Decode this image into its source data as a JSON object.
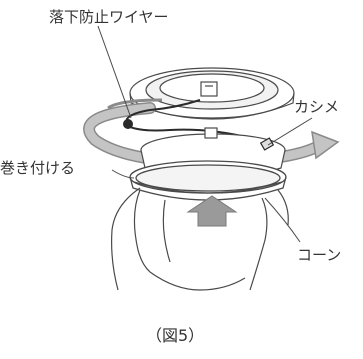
{
  "labels": {
    "drop_wire": "落下防止ワイヤー",
    "kashime": "カシメ",
    "wrap": "巻き付ける",
    "cone": "コーン",
    "caption": "（図5）"
  },
  "colors": {
    "line": "#4a4a4a",
    "rotation_arrow": "#c4c4c4",
    "rotation_arrow_stroke": "#8a8a8a",
    "up_arrow": "#9a9a9a",
    "ring_fill": "#ffffff",
    "ring_shade": "#e6e6e6"
  }
}
